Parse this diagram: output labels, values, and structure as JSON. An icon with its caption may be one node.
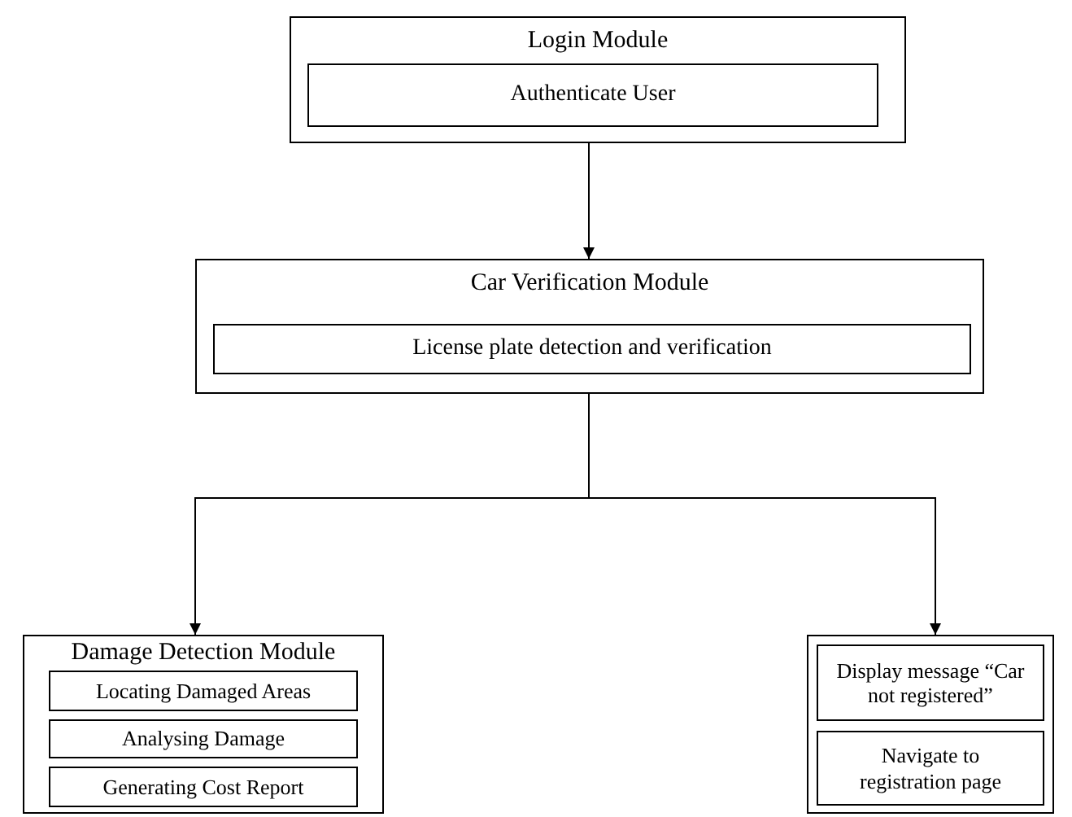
{
  "diagram": {
    "nodes": [
      {
        "text": [
          "Login Module"
        ]
      },
      {
        "text": [
          "Authenticate User"
        ],
        "in": 0
      },
      {
        "text": [
          "Car Verification Module"
        ]
      },
      {
        "text": [
          "License plate detection and verification"
        ],
        "in": 2
      },
      {
        "text": [
          "Damage Detection Module"
        ]
      },
      {
        "text": [
          "Locating Damaged Areas"
        ],
        "in": 4
      },
      {
        "text": [
          "Analysing Damage"
        ],
        "in": 4
      },
      {
        "text": [
          "Generating Cost Report"
        ],
        "in": 4
      },
      {
        "text": [],
        "shape": "box"
      },
      {
        "text": [
          "Display message “Car not registered”"
        ],
        "in": 8
      },
      {
        "text": [
          "Navigate to registration page"
        ],
        "in": 8
      }
    ],
    "edges": [
      {
        "from": 0,
        "to": 2,
        "arrow": "to"
      },
      {
        "from": 2,
        "to": 4,
        "arrow": "to"
      },
      {
        "from": 2,
        "to": 8,
        "arrow": "to"
      }
    ]
  }
}
